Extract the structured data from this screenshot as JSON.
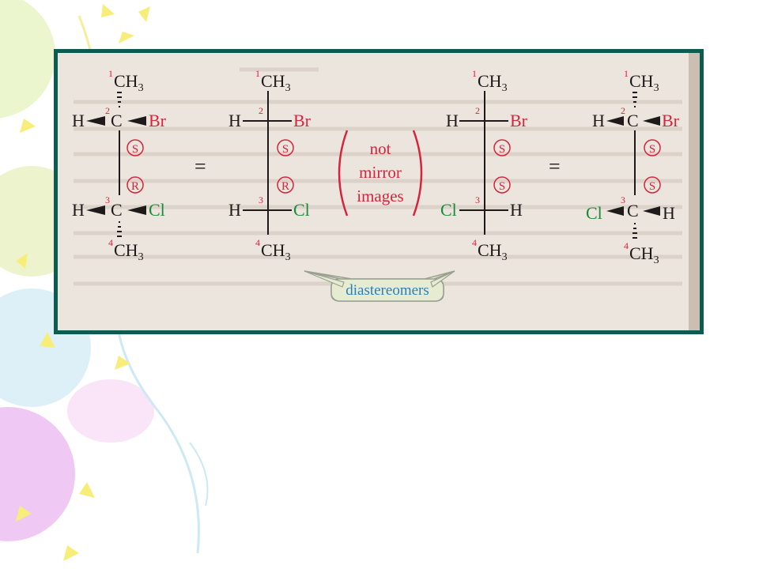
{
  "background": {
    "decor_colors": [
      "#f7ee7a",
      "#b8e7a8",
      "#aee2f2",
      "#e6b2ef",
      "#f9d7f4"
    ]
  },
  "figure": {
    "border_color": "#0d5c52",
    "paper_color": "#ece5dd",
    "colors": {
      "black": "#1f1a1a",
      "red": "#d6243b",
      "green": "#1d8a3a",
      "blue": "#2d7db8",
      "bubble": "#e6ecd2"
    },
    "molecules": [
      {
        "top": {
          "number": "1",
          "group": "CH",
          "sub": "3"
        },
        "c2": {
          "left": "H",
          "center": "C",
          "right": "Br",
          "number": "2",
          "config": "S"
        },
        "c3": {
          "left": "H",
          "center": "C",
          "right": "Cl",
          "number": "3",
          "config": "R"
        },
        "bottom": {
          "number": "4",
          "group": "CH",
          "sub": "3"
        }
      },
      {
        "top": {
          "number": "1",
          "group": "CH",
          "sub": "3"
        },
        "c2": {
          "left": "H",
          "right": "Br",
          "number": "2",
          "config": "S"
        },
        "c3": {
          "left": "H",
          "right": "Cl",
          "number": "3",
          "config": "R"
        },
        "bottom": {
          "number": "4",
          "group": "CH",
          "sub": "3"
        }
      },
      {
        "top": {
          "number": "1",
          "group": "CH",
          "sub": "3"
        },
        "c2": {
          "left": "H",
          "right": "Br",
          "number": "2",
          "config": "S"
        },
        "c3": {
          "left": "Cl",
          "right": "H",
          "number": "3",
          "config": "S"
        },
        "bottom": {
          "number": "4",
          "group": "CH",
          "sub": "3"
        }
      },
      {
        "top": {
          "number": "1",
          "group": "CH",
          "sub": "3"
        },
        "c2": {
          "left": "H",
          "center": "C",
          "right": "Br",
          "number": "2",
          "config": "S"
        },
        "c3": {
          "left": "Cl",
          "center": "C",
          "right": "H",
          "number": "3",
          "config": "S"
        },
        "bottom": {
          "number": "4",
          "group": "CH",
          "sub": "3"
        }
      }
    ],
    "equals_1": "=",
    "equals_2": "=",
    "not_mirror": {
      "line1": "not",
      "line2": "mirror",
      "line3": "images"
    },
    "callout": "diastereomers"
  }
}
